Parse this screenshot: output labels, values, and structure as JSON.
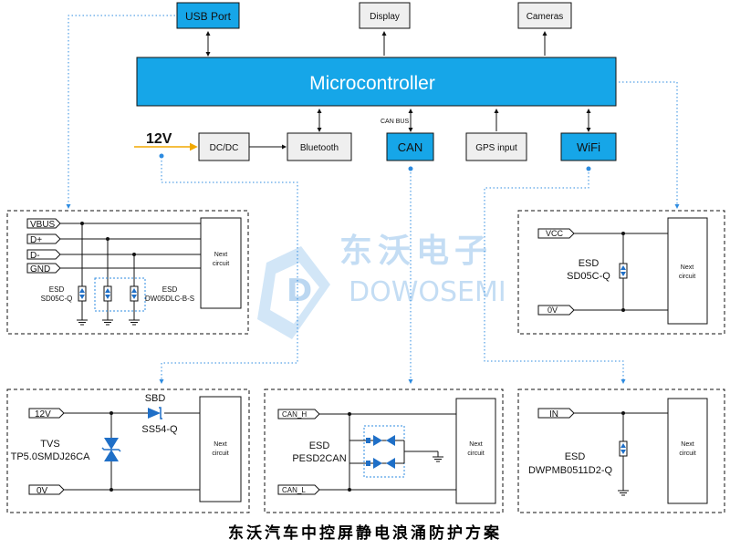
{
  "top_blocks": {
    "usb_port": "USB Port",
    "display": "Display",
    "cameras": "Cameras",
    "microcontroller": "Microcontroller"
  },
  "mid_blocks": {
    "input_voltage": "12V",
    "dcdc": "DC/DC",
    "bluetooth": "Bluetooth",
    "can_bus_label": "CAN BUS",
    "can": "CAN",
    "gps": "GPS input",
    "wifi": "WiFi"
  },
  "usb_circuit": {
    "lines": [
      "VBUS",
      "D+",
      "D-",
      "GND"
    ],
    "esd_left_1": "ESD",
    "esd_left_2": "SD05C-Q",
    "esd_right_1": "ESD",
    "esd_right_2": "DW05DLC-B-S",
    "next": [
      "Next",
      "circuit"
    ]
  },
  "wifi_circuit": {
    "vcc": "VCC",
    "zero": "0V",
    "esd_1": "ESD",
    "esd_2": "SD05C-Q",
    "next": [
      "Next",
      "circuit"
    ]
  },
  "power_circuit": {
    "in": "12V",
    "zero": "0V",
    "sbd_1": "SBD",
    "sbd_2": "SS54-Q",
    "tvs_1": "TVS",
    "tvs_2": "TP5.0SMDJ26CA",
    "next": [
      "Next",
      "circuit"
    ]
  },
  "can_circuit": {
    "can_h": "CAN_H",
    "can_l": "CAN_L",
    "esd_1": "ESD",
    "esd_2": "PESD2CAN",
    "next": [
      "Next",
      "circuit"
    ]
  },
  "gps_circuit": {
    "in": "IN",
    "esd_1": "ESD",
    "esd_2": "DWPMB0511D2-Q",
    "next": [
      "Next",
      "circuit"
    ]
  },
  "watermark": {
    "cn": "东沃电子",
    "en": "DOWOSEMI"
  },
  "caption": "东沃汽车中控屏静电浪涌防护方案",
  "colors": {
    "block_blue": "#16a6e8",
    "block_gray": "#efefef",
    "dotted_blue": "#2d8be0",
    "arrow_orange": "#f2a900",
    "component_blue": "#1f6fc7"
  }
}
